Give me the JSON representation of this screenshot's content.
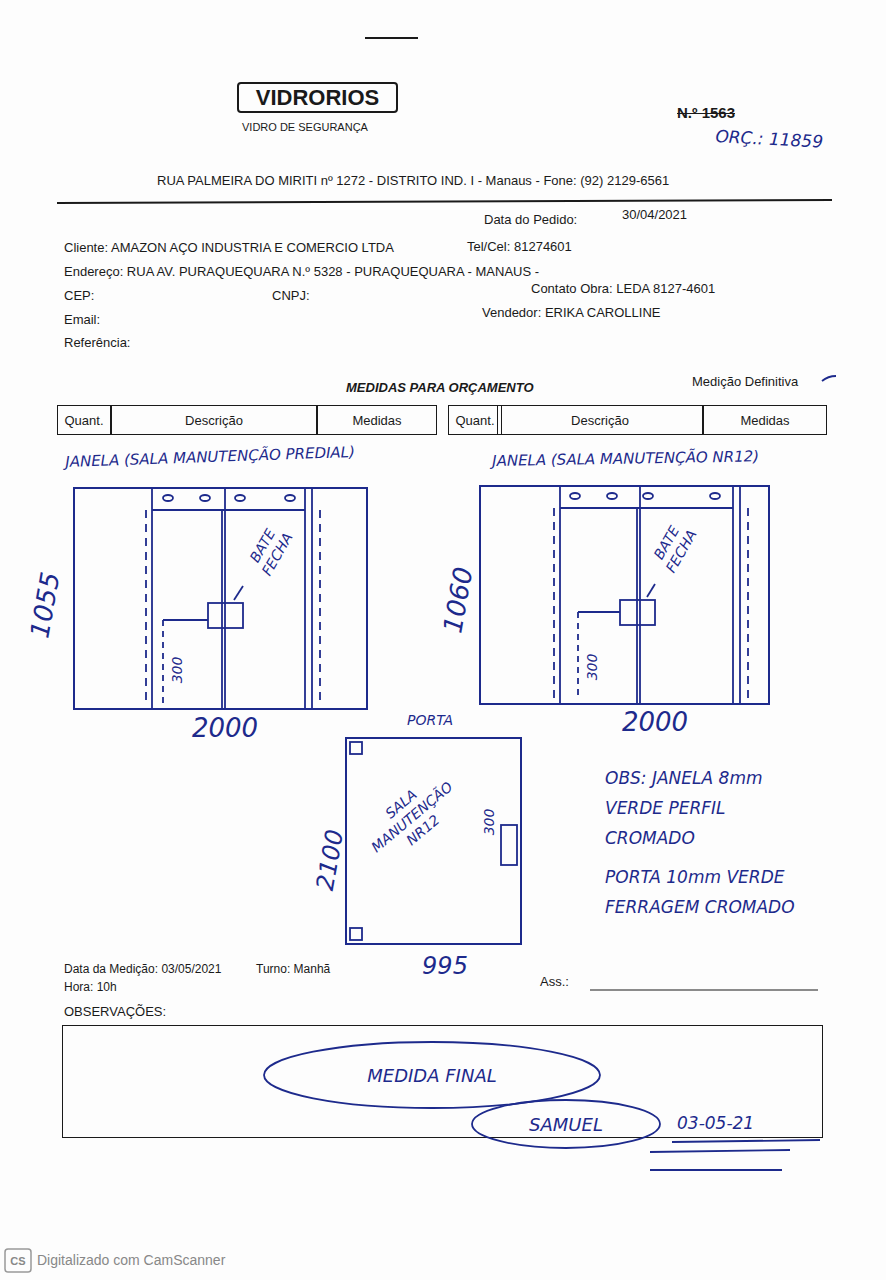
{
  "diagram": {
    "nodes": [
      {
        "text": [
          "VIDRORIOS"
        ]
      },
      {
        "text": [
          "Quant."
        ]
      },
      {
        "text": [
          "Descrição"
        ]
      },
      {
        "text": [
          "Medidas"
        ]
      },
      {
        "text": [
          "Quant."
        ]
      },
      {
        "text": [
          "Descrição"
        ]
      },
      {
        "text": [
          "Medidas"
        ]
      },
      {
        "text": [
          "BATE FECHA",
          "300"
        ]
      },
      {
        "text": [
          "BATE FECHA",
          "300"
        ]
      },
      {
        "text": [
          "SALA MANUTENÇÃO NR12",
          "300"
        ]
      },
      {
        "text": []
      },
      {
        "text": [
          "MEDIDA FINAL"
        ],
        "in": 10
      },
      {
        "text": [
          "SAMUEL"
        ],
        "in": 10
      }
    ],
    "labels": [
      "N.º 1563",
      "ORÇ.: 11859",
      "VIDRO DE SEGURANÇA",
      "RUA PALMEIRA DO MIRITI nº 1272 - DISTRITO IND. I - Manaus - Fone: (92) 2129-6561",
      "Data do Pedido:",
      "30/04/2021",
      "Cliente: AMAZON AÇO INDUSTRIA E COMERCIO LTDA",
      "Tel/Cel: 81274601",
      "Endereço: RUA AV. PURAQUEQUARA N.º 5328 - PURAQUEQUARA - MANAUS -",
      "CEP:",
      "CNPJ:",
      "Contato Obra: LEDA 8127-4601",
      "Email:",
      "Vendedor: ERIKA CAROLLINE",
      "Referência:",
      "MEDIDAS PARA ORÇAMENTO",
      "Medição Definitiva",
      "JANELA (SALA MANUTENÇÃO PREDIAL)",
      "JANELA (SALA MANUTENÇÃO NR12)",
      "1055",
      "1060",
      "2000",
      "PORTA",
      "2000",
      "2100",
      "OBS: JANELA 8mm VERDE PERFIL CROMADO",
      "PORTA 10mm VERDE FERRAGEM CROMADO",
      "995",
      "Data da Medição: 03/05/2021",
      "Turno: Manhã",
      "Hora: 10h",
      "Ass.:",
      "OBSERVAÇÕES:",
      "03-05-21",
      "CS",
      "Digitalizado com CamScanner"
    ]
  }
}
